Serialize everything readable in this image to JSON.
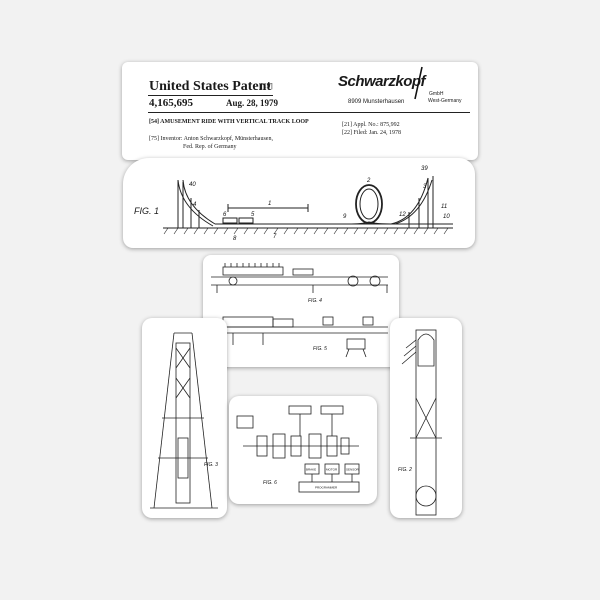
{
  "header": {
    "title": "United States Patent",
    "title_ref": "[19]",
    "patent_number": "4,165,695",
    "date": "Aug. 28, 1979",
    "logo": "Schwarzkopf",
    "logo_gmbh": "GmbH",
    "address": "8909 Munsterhausen",
    "country": "West-Germany",
    "field_54": "[54]   AMUSEMENT RIDE WITH VERTICAL   TRACK LOOP",
    "field_75_line1": "[75]   Inventor:    Anton Schwarzkopf, Münsterhausen,",
    "field_75_line2": "Fed. Rep. of Germany",
    "field_21": "[21]   Appl. No.:  875,992",
    "field_22": "[22]   Filed:        Jan. 24, 1978"
  },
  "figures": {
    "fig1": "FIG. 1",
    "fig2": "FIG. 2",
    "fig3": "FIG. 3",
    "fig4": "FIG. 4",
    "fig5": "FIG. 5",
    "fig6": "FIG. 6"
  },
  "fig1_refs": {
    "r40": "40",
    "r4": "4",
    "r5": "5",
    "r6": "6",
    "r7": "7",
    "r8": "8",
    "r9": "9",
    "r2": "2",
    "r12": "12",
    "r39": "39",
    "r3": "3",
    "r11": "11",
    "r10": "10",
    "r1": "1"
  },
  "fig6_boxes": {
    "b1": "BRAKE",
    "b2": "MOTOR",
    "b3": "SENSOR",
    "b4": "PROGRAMMER"
  }
}
